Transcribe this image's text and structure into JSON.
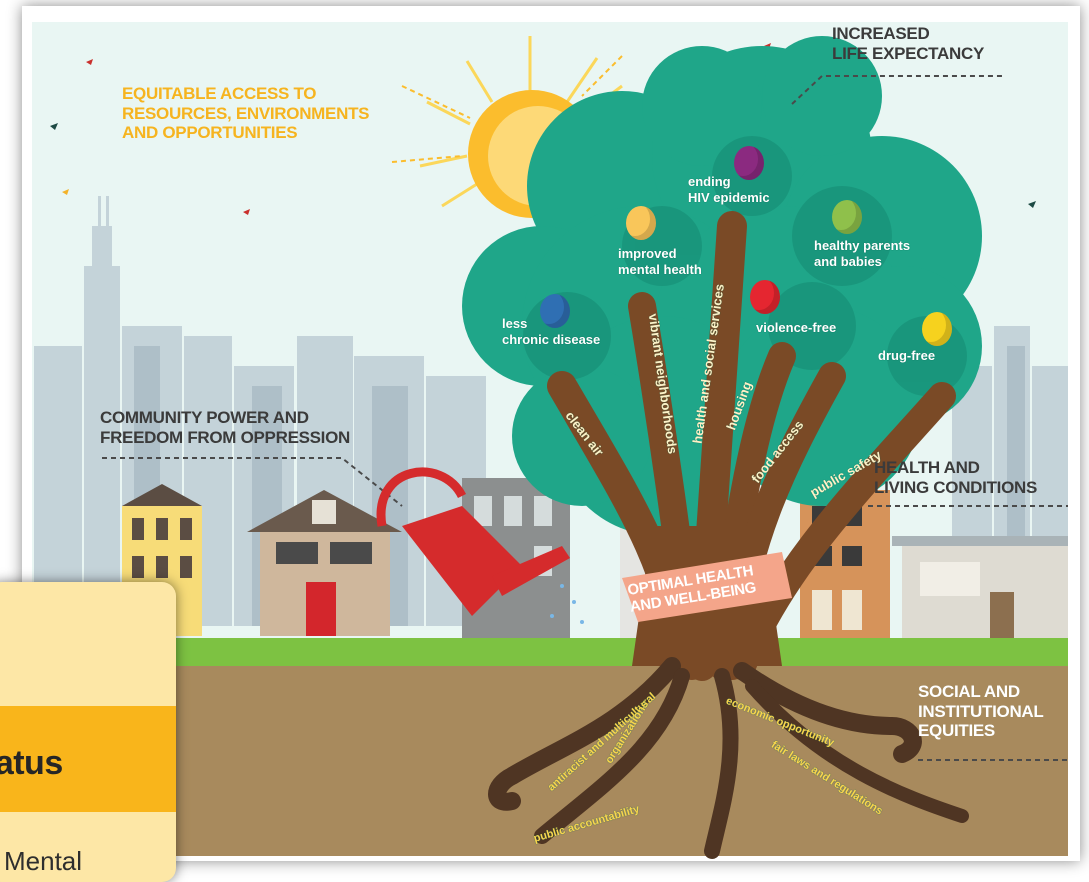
{
  "labels": {
    "equitable_access": [
      "EQUITABLE ACCESS TO",
      "RESOURCES, ENVIRONMENTS",
      "AND OPPORTUNITIES"
    ],
    "life_expectancy": [
      "INCREASED",
      "LIFE EXPECTANCY"
    ],
    "community_power": [
      "COMMUNITY POWER AND",
      "FREEDOM FROM OPPRESSION"
    ],
    "health_living": [
      "HEALTH AND",
      "LIVING CONDITIONS"
    ],
    "social_equities": [
      "SOCIAL AND",
      "INSTITUTIONAL",
      "EQUITIES"
    ],
    "trunk_banner": [
      "OPTIMAL HEALTH",
      "AND WELL-BEING"
    ]
  },
  "fruits": [
    {
      "text": [
        "less",
        "chronic disease"
      ],
      "color": "#2f6fb3"
    },
    {
      "text": [
        "improved",
        "mental health"
      ],
      "color": "#f9c65a"
    },
    {
      "text": [
        "ending",
        "HIV epidemic"
      ],
      "color": "#8b2a80"
    },
    {
      "text": [
        "healthy parents",
        "and babies"
      ],
      "color": "#8fc04b"
    },
    {
      "text": [
        "violence-free"
      ],
      "color": "#e52630"
    },
    {
      "text": [
        "drug-free"
      ],
      "color": "#f6d21e"
    }
  ],
  "branches": [
    "clean air",
    "vibrant neighborhoods",
    "health and social services",
    "housing",
    "food access",
    "public safety"
  ],
  "roots": [
    "antiracist and multicultural",
    "organizations",
    "economic opportunity",
    "fair laws and regulations",
    "public accountability"
  ],
  "overlay_card": {
    "heading": "tatus",
    "item": "Mental"
  },
  "colors": {
    "sky": "#e9f6f3",
    "canopy": "#1fa689",
    "trunk": "#7a4a26",
    "grass": "#7dc242",
    "soil": "#a88a5d",
    "sun": "#fbbd2d",
    "label_gold": "#f6b41f"
  }
}
